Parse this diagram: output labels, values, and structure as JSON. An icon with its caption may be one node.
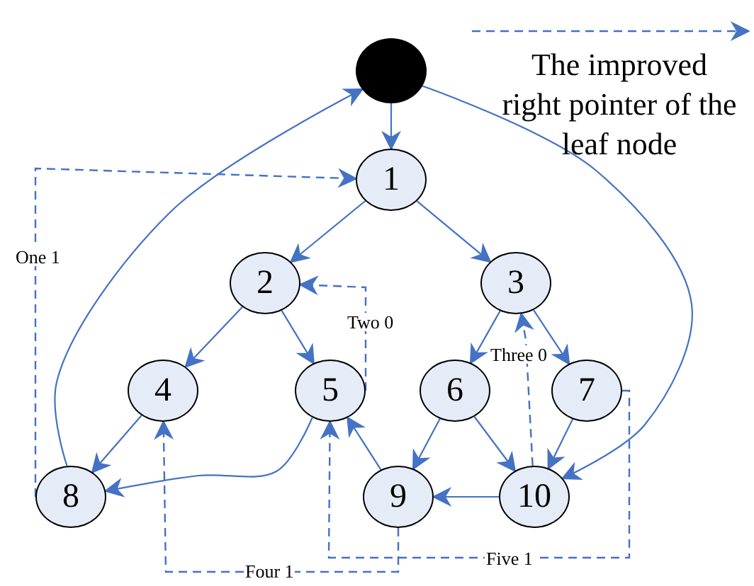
{
  "diagram": {
    "nodes": [
      {
        "text": [],
        "shape": "circle"
      },
      {
        "text": [
          "1"
        ]
      },
      {
        "text": [
          "2"
        ]
      },
      {
        "text": [
          "3"
        ]
      },
      {
        "text": [
          "4"
        ]
      },
      {
        "text": [
          "5"
        ]
      },
      {
        "text": [
          "6"
        ]
      },
      {
        "text": [
          "7"
        ]
      },
      {
        "text": [
          "8"
        ]
      },
      {
        "text": [
          "9"
        ]
      },
      {
        "text": [
          "10"
        ]
      }
    ],
    "edges": [
      {
        "from": 0,
        "to": 1,
        "arrow": "to"
      },
      {
        "from": 1,
        "to": 2,
        "arrow": "to"
      },
      {
        "from": 1,
        "to": 3,
        "arrow": "to"
      },
      {
        "from": 2,
        "to": 4,
        "arrow": "to"
      },
      {
        "from": 2,
        "to": 5,
        "arrow": "to"
      },
      {
        "from": 3,
        "to": 6,
        "arrow": "to"
      },
      {
        "from": 3,
        "to": 7,
        "arrow": "to"
      },
      {
        "from": 4,
        "to": 8,
        "arrow": "to"
      },
      {
        "from": 5,
        "to": 8,
        "arrow": "to"
      },
      {
        "from": 6,
        "to": 9,
        "arrow": "to"
      },
      {
        "from": 6,
        "to": 10,
        "arrow": "to"
      },
      {
        "from": 7,
        "to": 10,
        "arrow": "to"
      },
      {
        "from": 9,
        "to": 5,
        "arrow": "to"
      },
      {
        "from": 10,
        "to": 9,
        "arrow": "to"
      },
      {
        "from": 8,
        "to": 0,
        "arrow": "to"
      },
      {
        "from": 0,
        "to": 10,
        "arrow": "to"
      },
      {
        "from": 8,
        "to": 1,
        "arrow": "to",
        "style": "dashed",
        "label": "One 1"
      },
      {
        "from": 5,
        "to": 2,
        "arrow": "to",
        "style": "dashed",
        "label": "Two 0"
      },
      {
        "from": 10,
        "to": 3,
        "arrow": "to",
        "style": "dashed",
        "label": "Three 0"
      },
      {
        "from": 9,
        "to": 4,
        "arrow": "to",
        "style": "dashed",
        "label": "Four 1"
      },
      {
        "from": 7,
        "to": 5,
        "arrow": "to",
        "style": "dashed",
        "label": "Five 1"
      }
    ],
    "legend": [
      {
        "text": "The improved right pointer of the leaf node"
      }
    ]
  }
}
